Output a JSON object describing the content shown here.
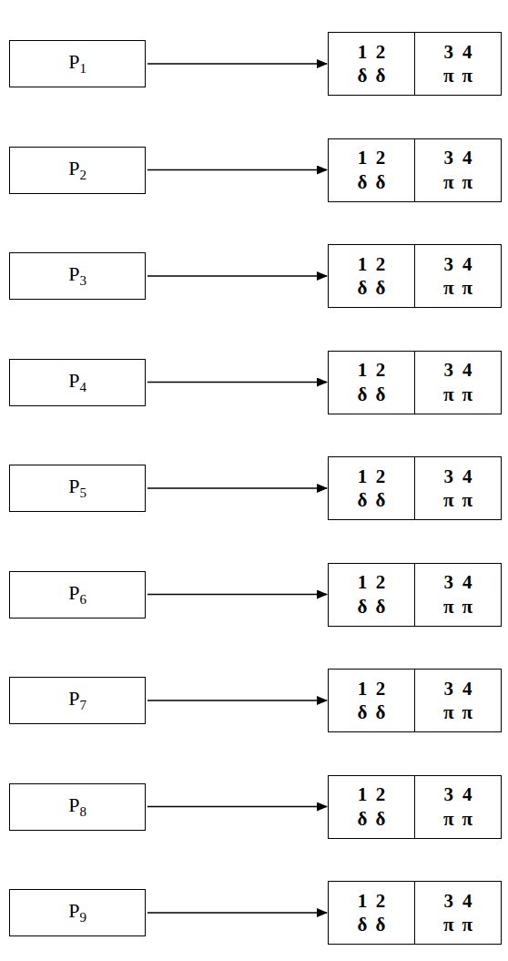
{
  "diagram": {
    "nodes": [
      {
        "text": [
          "P1"
        ]
      },
      {
        "text": [
          "1 2 δ δ"
        ]
      },
      {
        "text": [
          "3 4 π π"
        ]
      },
      {
        "text": [
          "P2"
        ]
      },
      {
        "text": [
          "1 2 δ δ"
        ]
      },
      {
        "text": [
          "3 4 π π"
        ]
      },
      {
        "text": [
          "P3"
        ]
      },
      {
        "text": [
          "1 2 δ δ"
        ]
      },
      {
        "text": [
          "3 4 π π"
        ]
      },
      {
        "text": [
          "P4"
        ]
      },
      {
        "text": [
          "1 2 δ δ"
        ]
      },
      {
        "text": [
          "3 4 π π"
        ]
      },
      {
        "text": [
          "P5"
        ]
      },
      {
        "text": [
          "1 2 δ δ"
        ]
      },
      {
        "text": [
          "3 4 π π"
        ]
      },
      {
        "text": [
          "P6"
        ]
      },
      {
        "text": [
          "1 2 δ δ"
        ]
      },
      {
        "text": [
          "3 4 π π"
        ]
      },
      {
        "text": [
          "P7"
        ]
      },
      {
        "text": [
          "1 2 δ δ"
        ]
      },
      {
        "text": [
          "3 4 π π"
        ]
      },
      {
        "text": [
          "P8"
        ]
      },
      {
        "text": [
          "1 2 δ δ"
        ]
      },
      {
        "text": [
          "3 4 π π"
        ]
      },
      {
        "text": [
          "P9"
        ]
      },
      {
        "text": [
          "1 2 δ δ"
        ]
      },
      {
        "text": [
          "3 4 π π"
        ]
      }
    ],
    "edges": [
      {
        "from": 0,
        "to": 1,
        "arrow": "to"
      },
      {
        "from": 3,
        "to": 4,
        "arrow": "to"
      },
      {
        "from": 6,
        "to": 7,
        "arrow": "to"
      },
      {
        "from": 9,
        "to": 10,
        "arrow": "to"
      },
      {
        "from": 12,
        "to": 13,
        "arrow": "to"
      },
      {
        "from": 15,
        "to": 16,
        "arrow": "to"
      },
      {
        "from": 18,
        "to": 19,
        "arrow": "to"
      },
      {
        "from": 21,
        "to": 22,
        "arrow": "to"
      },
      {
        "from": 24,
        "to": 25,
        "arrow": "to"
      }
    ]
  }
}
